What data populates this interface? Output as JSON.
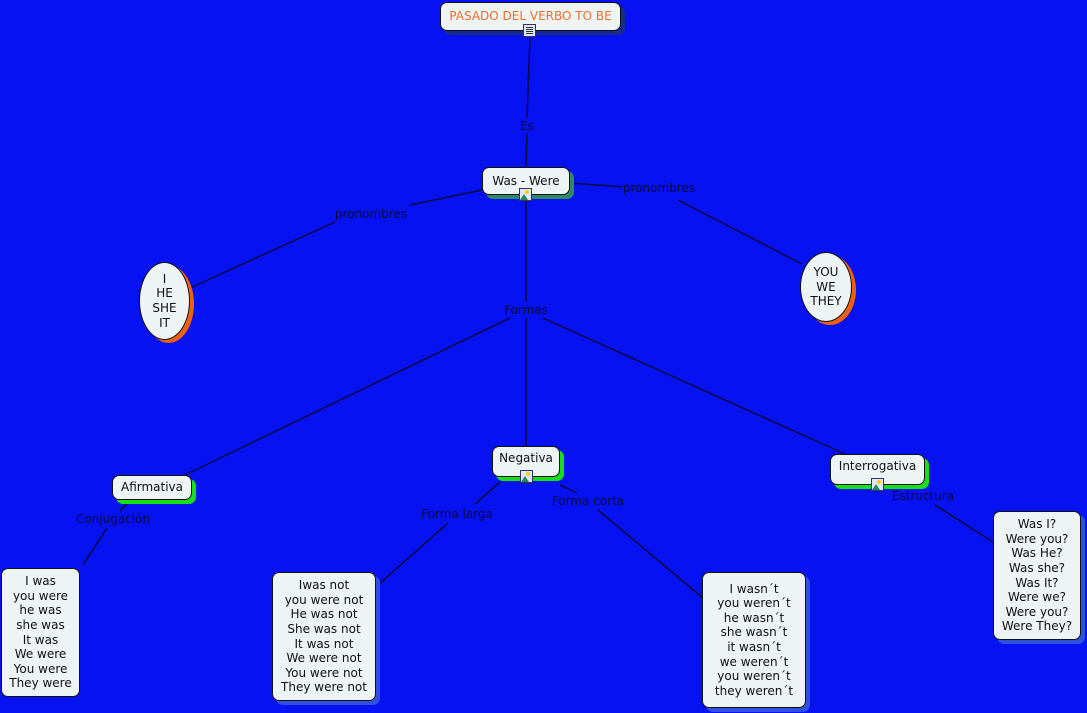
{
  "nodes": {
    "title": "PASADO DEL VERBO TO BE",
    "was_were": "Was - Were",
    "pronouns_singular": [
      "I",
      "HE",
      "SHE",
      "IT"
    ],
    "pronouns_plural": [
      "YOU",
      "WE",
      "THEY"
    ],
    "afirmativa": "Afirmativa",
    "negativa": "Negativa",
    "interrogativa": "Interrogativa",
    "afirmativa_list": [
      "I was",
      "you were",
      "he was",
      "she was",
      "It was",
      "We were",
      "You were",
      "They were"
    ],
    "forma_larga_list": [
      "Iwas not",
      "you were not",
      "He was not",
      "She was not",
      "It was not",
      "We were not",
      "You were not",
      "They were not"
    ],
    "forma_corta_list": [
      "I wasn´t",
      "you weren´t",
      "he wasn´t",
      "she wasn´t",
      "it wasn´t",
      "we weren´t",
      "you weren´t",
      "they weren´t"
    ],
    "interrogativa_list": [
      "Was I?",
      "Were you?",
      "Was He?",
      "Was she?",
      "Was It?",
      "Were we?",
      "Were you?",
      "Were They?"
    ]
  },
  "links": {
    "es": "Es",
    "pronombres_left": "pronombres",
    "pronombres_right": "pronombres",
    "formas": "Formas",
    "conjugacion": "Conjugación",
    "forma_larga": "Forma larga",
    "forma_corta": "Forma corta",
    "estructura": "Estructura"
  },
  "colors": {
    "background": "#0612f2",
    "title_text": "#f07030"
  }
}
